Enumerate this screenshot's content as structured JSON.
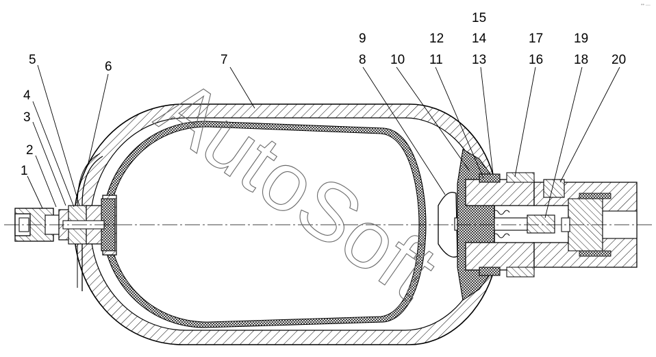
{
  "diagram": {
    "watermark": "AutoSoft",
    "corner_mark": "•• —",
    "callouts": [
      "1",
      "2",
      "3",
      "4",
      "5",
      "6",
      "7",
      "8",
      "9",
      "10",
      "11",
      "12",
      "13",
      "14",
      "15",
      "16",
      "17",
      "18",
      "19",
      "20"
    ]
  }
}
